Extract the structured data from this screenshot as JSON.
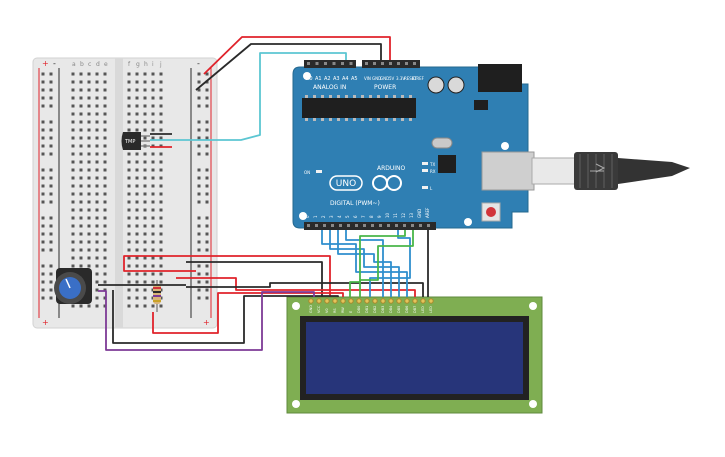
{
  "arduino": {
    "logo": "UNO",
    "brand": "ARDUINO",
    "header_analog": "ANALOG IN",
    "header_power": "POWER",
    "header_digital": "DIGITAL (PWM~)",
    "analog_pins": [
      "A0",
      "A1",
      "A2",
      "A3",
      "A4",
      "A5"
    ],
    "power_pins": [
      "VIN",
      "GND",
      "GND",
      "5V",
      "3.3V",
      "RESET",
      "IOREF"
    ],
    "digital_pins": [
      "0",
      "1",
      "2",
      "3",
      "4",
      "5",
      "6",
      "7",
      "8",
      "9",
      "10",
      "11",
      "12",
      "13",
      "GND",
      "AREF"
    ],
    "led_labels": [
      "ON",
      "L",
      "TX",
      "RX"
    ]
  },
  "sensor": {
    "label": "TMP"
  },
  "breadboard": {
    "rail_plus": "+",
    "rail_minus": "-",
    "col_letters_left": [
      "a",
      "b",
      "c",
      "d",
      "e"
    ],
    "col_letters_right": [
      "f",
      "g",
      "h",
      "i",
      "j"
    ]
  },
  "lcd": {
    "pin_labels": [
      "GND",
      "VCC",
      "V0",
      "RS",
      "RW",
      "E",
      "DB0",
      "DB1",
      "DB2",
      "DB3",
      "DB4",
      "DB5",
      "DB6",
      "DB7",
      "LED",
      "LED"
    ]
  },
  "colors": {
    "arduino_board": "#2f7fb3",
    "wire_red": "#e0232b",
    "wire_black": "#2a2a2a",
    "wire_cyan": "#5cc6d2",
    "wire_blue": "#2f8fce",
    "wire_green": "#49b649",
    "wire_purple": "#7d3a96",
    "lcd_pcb": "#7fae52",
    "lcd_screen": "#27357a"
  }
}
